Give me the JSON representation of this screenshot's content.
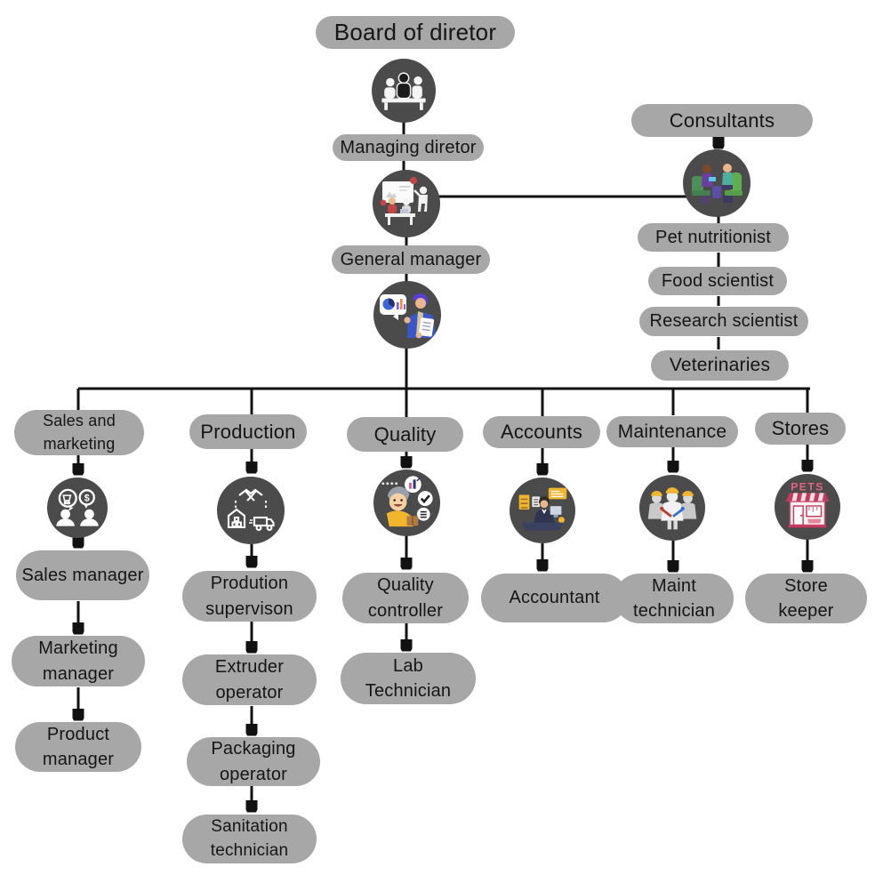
{
  "palette": {
    "pill_bg": "#a7a7a7",
    "icon_circle_bg": "#4b4b4b",
    "connector": "#111111",
    "page_bg": "#ffffff",
    "pet_shop_pink": "#c23a5e",
    "helmet_yellow": "#f2b52e",
    "suit_blue": "#3a57c9",
    "chair_green": "#5fae52"
  },
  "org": {
    "board": {
      "label": "Board of diretor",
      "icon": "board-meeting-icon"
    },
    "managing_director": {
      "label": "Managing diretor",
      "icon": "presentation-icon"
    },
    "general_manager": {
      "label": "General manager",
      "icon": "manager-report-icon"
    },
    "consultants": {
      "label": "Consultants",
      "icon": "consultation-icon",
      "roles": [
        "Pet nutritionist",
        "Food scientist",
        "Research scientist",
        "Veterinaries"
      ]
    },
    "departments": [
      {
        "label": "Sales and marketing",
        "icon": "sales-chat-icon",
        "roles": [
          "Sales manager",
          "Marketing manager",
          "Product manager"
        ]
      },
      {
        "label": "Production",
        "icon": "logistics-icon",
        "roles": [
          "Prodution supervison",
          "Extruder operator",
          "Packaging operator",
          "Sanitation technician"
        ]
      },
      {
        "label": "Quality",
        "icon": "quality-check-icon",
        "roles": [
          "Quality controller",
          "Lab Technician"
        ]
      },
      {
        "label": "Accounts",
        "icon": "accountant-desk-icon",
        "roles": [
          "Accountant"
        ]
      },
      {
        "label": "Maintenance",
        "icon": "maintenance-crew-icon",
        "roles": [
          "Maint technician"
        ]
      },
      {
        "label": "Stores",
        "icon": "pet-shop-icon",
        "roles": [
          "Store keeper"
        ]
      }
    ]
  }
}
